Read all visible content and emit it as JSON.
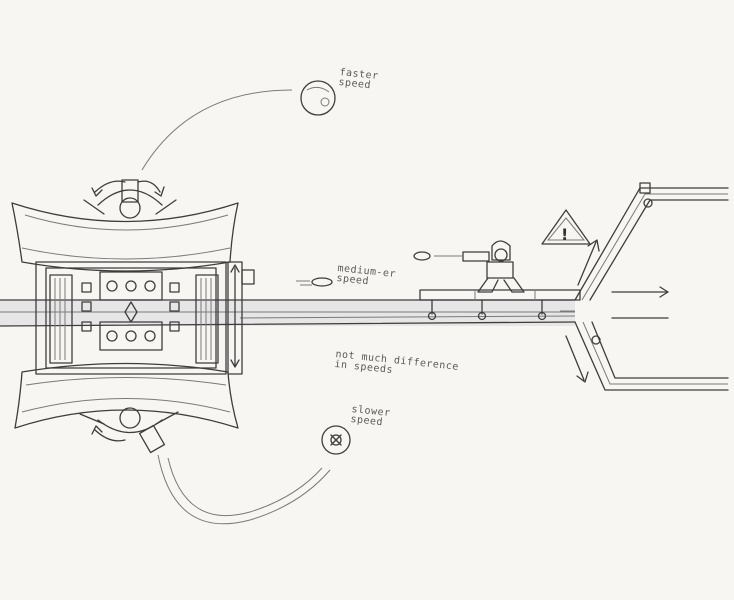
{
  "labels": {
    "faster": [
      "faster",
      "speed"
    ],
    "medium": [
      "medium-er",
      "speed"
    ],
    "slower": [
      "slower",
      "speed"
    ],
    "note": [
      "not much difference",
      "in speeds"
    ]
  },
  "hazard": {
    "glyph": "!"
  }
}
